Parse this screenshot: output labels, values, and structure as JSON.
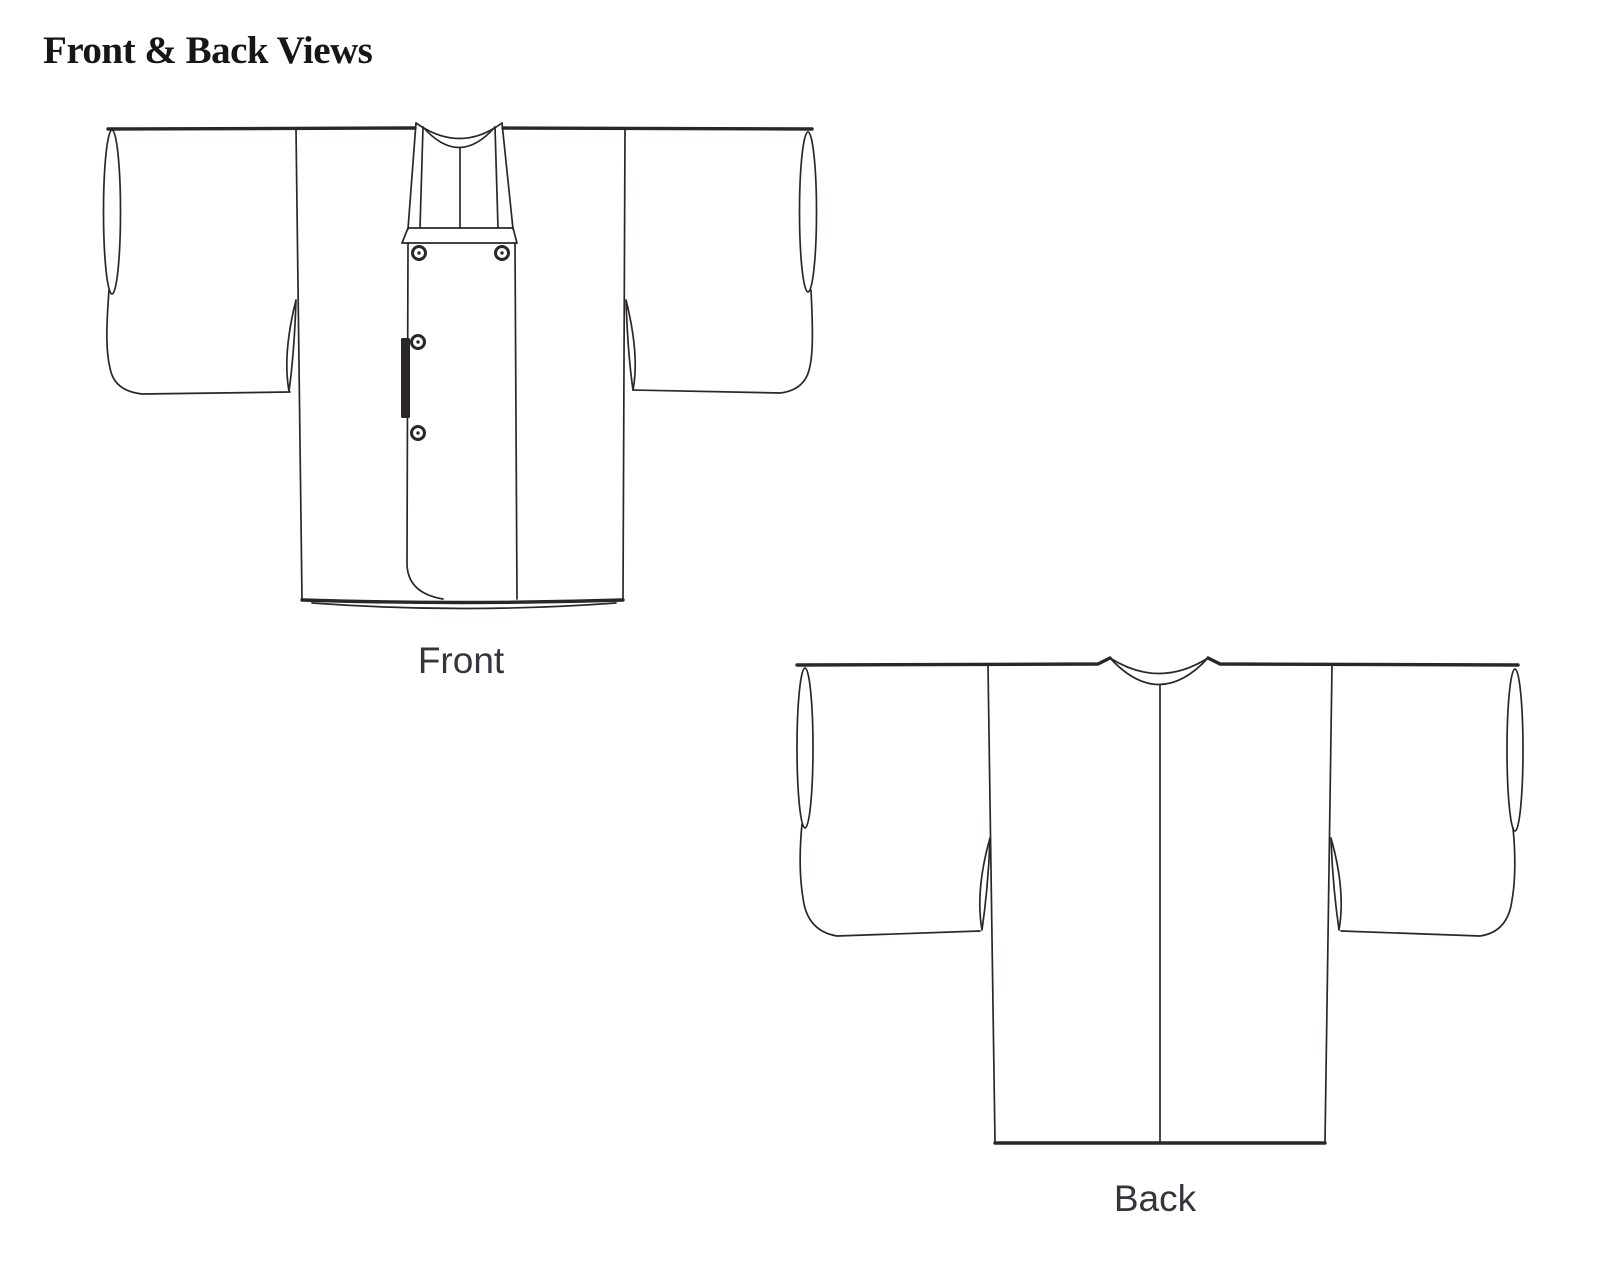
{
  "page": {
    "title": "Front & Back Views"
  },
  "figures": {
    "front": {
      "label": "Front"
    },
    "back": {
      "label": "Back"
    }
  },
  "colors": {
    "ink": "#2b2728",
    "label_text": "#36353b",
    "title_text": "#161616",
    "background": "#ffffff"
  }
}
